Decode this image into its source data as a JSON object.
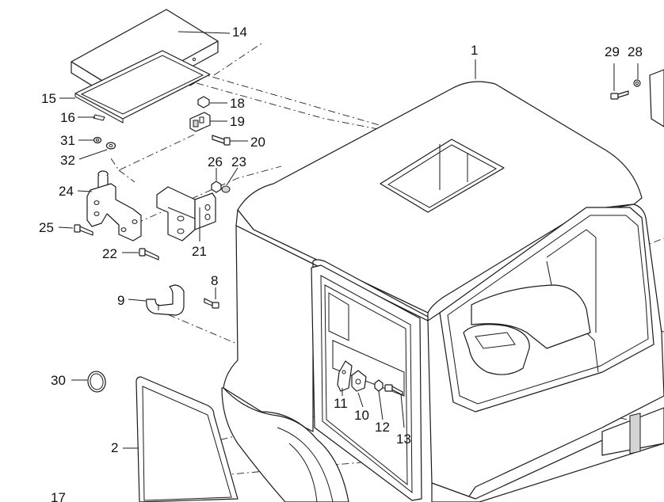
{
  "diagram": {
    "callouts": [
      {
        "id": "c1",
        "text": "1"
      },
      {
        "id": "c2",
        "text": "2"
      },
      {
        "id": "c8",
        "text": "8"
      },
      {
        "id": "c9",
        "text": "9"
      },
      {
        "id": "c10",
        "text": "10"
      },
      {
        "id": "c11",
        "text": "11"
      },
      {
        "id": "c12",
        "text": "12"
      },
      {
        "id": "c13",
        "text": "13"
      },
      {
        "id": "c14",
        "text": "14"
      },
      {
        "id": "c15",
        "text": "15"
      },
      {
        "id": "c16",
        "text": "16"
      },
      {
        "id": "c17",
        "text": "17"
      },
      {
        "id": "c18",
        "text": "18"
      },
      {
        "id": "c19",
        "text": "19"
      },
      {
        "id": "c20",
        "text": "20"
      },
      {
        "id": "c21",
        "text": "21"
      },
      {
        "id": "c22",
        "text": "22"
      },
      {
        "id": "c23",
        "text": "23"
      },
      {
        "id": "c24",
        "text": "24"
      },
      {
        "id": "c25",
        "text": "25"
      },
      {
        "id": "c26",
        "text": "26"
      },
      {
        "id": "c28",
        "text": "28"
      },
      {
        "id": "c29",
        "text": "29"
      },
      {
        "id": "c30",
        "text": "30"
      },
      {
        "id": "c31",
        "text": "31"
      },
      {
        "id": "c32",
        "text": "32"
      }
    ]
  }
}
